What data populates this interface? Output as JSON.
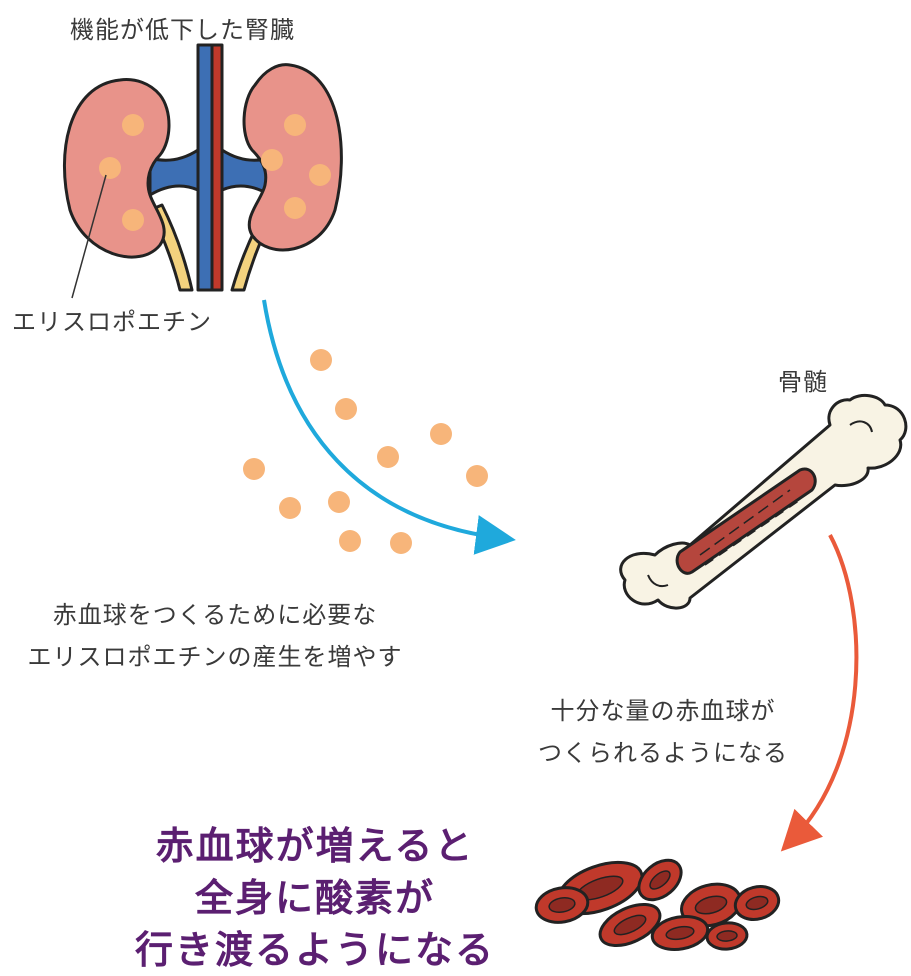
{
  "labels": {
    "kidney": "機能が低下した腎臓",
    "epo": "エリスロポエチン",
    "bone_marrow": "骨髄"
  },
  "captions": {
    "epo_increase": [
      "赤血球をつくるために必要な",
      "エリスロポエチンの産生を増やす"
    ],
    "rbc_production": [
      "十分な量の赤血球が",
      "つくられるようになる"
    ]
  },
  "conclusion": [
    "赤血球が増えると",
    "全身に酸素が",
    "行き渡るようになる"
  ],
  "colors": {
    "kidney": "#e8938a",
    "epo_dot": "#f7b57a",
    "vein": "#3d6fb4",
    "artery": "#c0392b",
    "ureter": "#f3d27e",
    "arrow_blue": "#1fa9dc",
    "arrow_red": "#ea5a3a",
    "marrow": "#b5463d",
    "bone": "#f8f3e4",
    "conclusion_text": "#5b1f71"
  },
  "icons": [
    "kidney-illustration",
    "bone-illustration",
    "red-blood-cells-illustration"
  ]
}
